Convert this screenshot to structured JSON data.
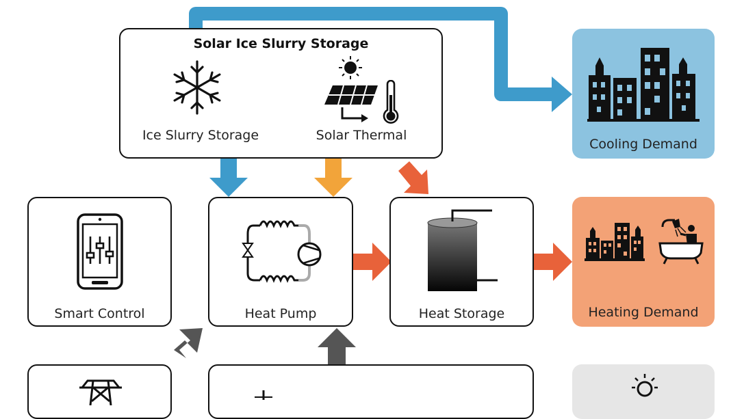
{
  "solar_box": {
    "title": "Solar Ice Slurry Storage"
  },
  "ice_slurry": {
    "label": "Ice Slurry Storage"
  },
  "solar_thermal": {
    "label": "Solar Thermal"
  },
  "cooling": {
    "label": "Cooling Demand",
    "color": "#8cc3e0"
  },
  "heating": {
    "label": "Heating Demand",
    "color": "#f3a276"
  },
  "smart_control": {
    "label": "Smart Control"
  },
  "heat_pump": {
    "label": "Heat Pump"
  },
  "heat_storage": {
    "label": "Heat Storage"
  },
  "colors": {
    "blue_flow": "#3e9bcb",
    "orange_flow": "#f2a43a",
    "red_flow": "#e8623a",
    "gray_flow": "#555555",
    "light_box": "#e6e6e6"
  }
}
